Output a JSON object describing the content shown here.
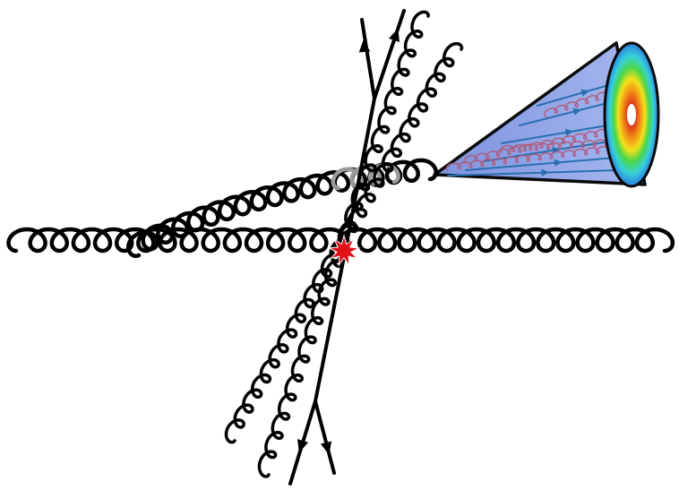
{
  "diagram": {
    "description_free": true,
    "elements": {
      "beam_gluons": 2,
      "initial_state_radiation": 1,
      "outgoing_quark_lines": 2,
      "outgoing_gluons": 2,
      "jet_cone": 1,
      "interaction_vertex": 1
    },
    "colors": {
      "line": "#000000",
      "vertex": "#e0101a",
      "cone_fill": "#8fa3e6",
      "cone_edge": "#0a0a0a",
      "cone_tracks": "#2a6fb0",
      "cone_gluons": "#b05a7a",
      "heat_outer": "#2a7ee0",
      "heat_mid1": "#37d1d8",
      "heat_mid2": "#49d64a",
      "heat_mid3": "#f2e21c",
      "heat_mid4": "#f28a16",
      "heat_core": "#d9241a",
      "heat_center": "#ffffff",
      "gray_gluon": "#9a9a9a"
    }
  }
}
